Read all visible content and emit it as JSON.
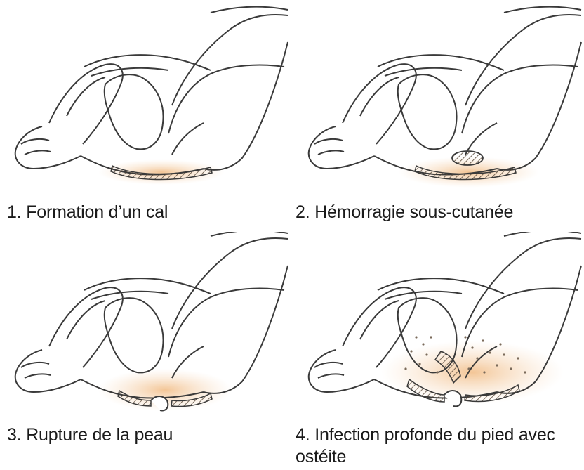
{
  "panels": [
    {
      "caption": "1. Formation d’un cal"
    },
    {
      "caption": "2. Hémorragie sous-cutanée"
    },
    {
      "caption": "3. Rupture de la peau"
    },
    {
      "caption": "4. Infection profonde du pied avec ostéite"
    }
  ],
  "colors": {
    "outline": "#3a3a3a",
    "lesion_fill": "#f3c99a",
    "hatch": "#5a4a3a"
  }
}
